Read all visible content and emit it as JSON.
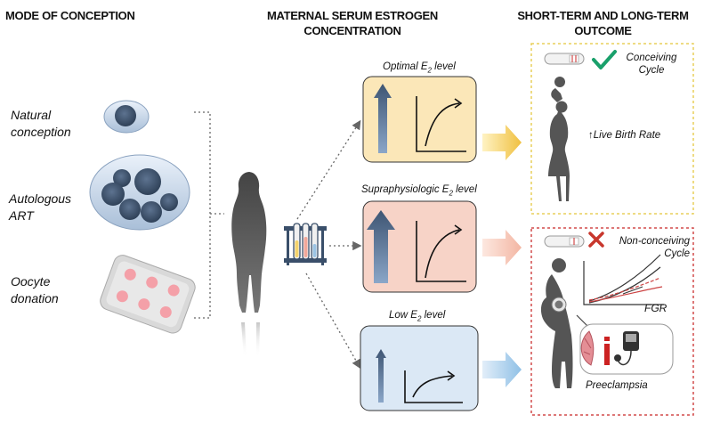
{
  "headers": {
    "mode": "MODE OF CONCEPTION",
    "estrogen_line1": "MATERNAL SERUM ESTROGEN",
    "estrogen_line2": "CONCENTRATION",
    "outcome_line1": "SHORT-TERM AND LONG-TERM",
    "outcome_line2": "OUTCOME"
  },
  "modes": [
    {
      "line1": "Natural",
      "line2": "conception"
    },
    {
      "line1": "Autologous",
      "line2": "ART"
    },
    {
      "line1": "Oocyte",
      "line2": "donation"
    }
  ],
  "levels": [
    {
      "prefix": "Optimal E",
      "sub": "2",
      "suffix": " level"
    },
    {
      "prefix": "Supraphysiologic E",
      "sub": "2",
      "suffix": " level"
    },
    {
      "prefix": "Low E",
      "sub": "2",
      "suffix": " level"
    }
  ],
  "outcomes": {
    "conceiving_line1": "Conceiving",
    "conceiving_line2": "Cycle",
    "live_birth": "↑Live Birth Rate",
    "nonconceiving_line1": "Non-conceiving",
    "nonconceiving_line2": "Cycle",
    "fgr": "FGR",
    "preeclampsia": "Preeclampsia"
  },
  "colors": {
    "optimal_panel": "#fbe7b8",
    "supra_panel": "#f7d3c7",
    "low_panel": "#dbe8f5",
    "top_outcome_border": "#e8cf5a",
    "bottom_outcome_border": "#d24b4b",
    "check": "#1aa06b",
    "cross": "#c8372d"
  },
  "icons": [
    "natural-conception-oocyte-icon",
    "art-embryos-icon",
    "donor-pill-pack-icon",
    "woman-silhouette-icon",
    "test-tubes-icon",
    "pregnancy-test-icon",
    "check-icon",
    "cross-icon",
    "mother-child-icon",
    "pregnant-woman-icon",
    "placenta-icon",
    "blood-pressure-icon"
  ]
}
